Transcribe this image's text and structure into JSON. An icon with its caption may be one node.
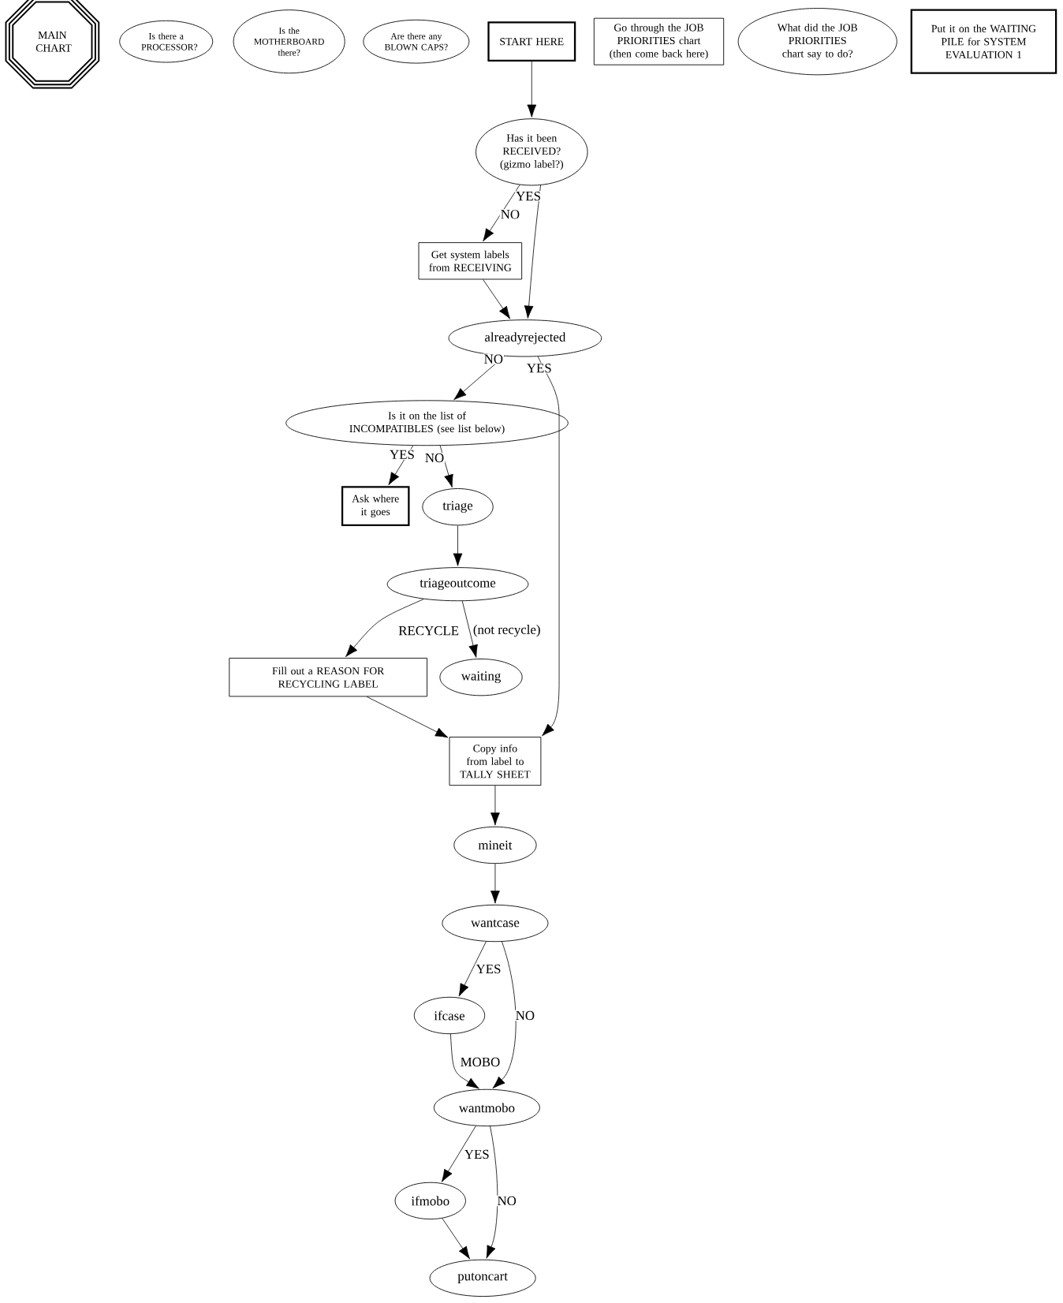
{
  "diagram": {
    "nodes": [
      {
        "text": [
          "MAIN CHART"
        ]
      },
      {
        "text": [
          "Is there a PROCESSOR?"
        ]
      },
      {
        "text": [
          "Is the MOTHERBOARD there?"
        ]
      },
      {
        "text": [
          "Are there any BLOWN CAPS?"
        ]
      },
      {
        "text": [
          "START HERE"
        ]
      },
      {
        "text": [
          "Go through the JOB PRIORITIES chart (then come back here)"
        ]
      },
      {
        "text": [
          "What did the JOB PRIORITIES chart say to do?"
        ]
      },
      {
        "text": [
          "Put it on the WAITING PILE for SYSTEM EVALUATION 1"
        ]
      },
      {
        "text": [
          "Has it been RECEIVED? (gizmo label?)"
        ]
      },
      {
        "text": [
          "Get system labels from RECEIVING"
        ]
      },
      {
        "text": [
          "alreadyrejected"
        ]
      },
      {
        "text": [
          "Is it on the list of INCOMPATIBLES (see list below)"
        ]
      },
      {
        "text": [
          "Ask where it goes"
        ]
      },
      {
        "text": [
          "triage"
        ]
      },
      {
        "text": [
          "triageoutcome"
        ]
      },
      {
        "text": [
          "Fill out a REASON FOR RECYCLING LABEL"
        ]
      },
      {
        "text": [
          "waiting"
        ]
      },
      {
        "text": [
          "Copy info from label to TALLY SHEET"
        ]
      },
      {
        "text": [
          "mineit"
        ]
      },
      {
        "text": [
          "wantcase"
        ]
      },
      {
        "text": [
          "ifcase"
        ]
      },
      {
        "text": [
          "wantmobo"
        ]
      },
      {
        "text": [
          "ifmobo"
        ]
      },
      {
        "text": [
          "putoncart"
        ]
      }
    ],
    "edges": [
      {
        "from": 4,
        "to": 8,
        "arrow": "to"
      },
      {
        "from": 8,
        "to": 9,
        "arrow": "to",
        "label": "NO"
      },
      {
        "from": 8,
        "to": 10,
        "arrow": "to",
        "label": "YES"
      },
      {
        "from": 9,
        "to": 10,
        "arrow": "to"
      },
      {
        "from": 10,
        "to": 11,
        "arrow": "to",
        "label": "NO"
      },
      {
        "from": 10,
        "to": 17,
        "arrow": "to",
        "label": "YES"
      },
      {
        "from": 11,
        "to": 12,
        "arrow": "to",
        "label": "YES"
      },
      {
        "from": 11,
        "to": 13,
        "arrow": "to",
        "label": "NO"
      },
      {
        "from": 13,
        "to": 14,
        "arrow": "to"
      },
      {
        "from": 14,
        "to": 15,
        "arrow": "to",
        "label": "RECYCLE"
      },
      {
        "from": 14,
        "to": 16,
        "arrow": "to",
        "label": "(not recycle)"
      },
      {
        "from": 15,
        "to": 17,
        "arrow": "to"
      },
      {
        "from": 17,
        "to": 18,
        "arrow": "to"
      },
      {
        "from": 18,
        "to": 19,
        "arrow": "to"
      },
      {
        "from": 19,
        "to": 20,
        "arrow": "to",
        "label": "YES"
      },
      {
        "from": 19,
        "to": 21,
        "arrow": "to",
        "label": "NO"
      },
      {
        "from": 20,
        "to": 21,
        "arrow": "to",
        "label": "MOBO"
      },
      {
        "from": 21,
        "to": 22,
        "arrow": "to",
        "label": "YES"
      },
      {
        "from": 21,
        "to": 23,
        "arrow": "to",
        "label": "NO"
      },
      {
        "from": 22,
        "to": 23,
        "arrow": "to"
      }
    ]
  }
}
